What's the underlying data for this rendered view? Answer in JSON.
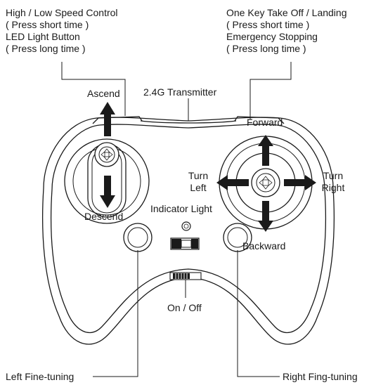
{
  "labels": {
    "left_top_line1": "High / Low Speed Control",
    "left_top_line2": "( Press short time )",
    "left_top_line3": "LED Light Button",
    "left_top_line4": "( Press long time )",
    "right_top_line1": "One Key Take Off / Landing",
    "right_top_line2": "( Press short time )",
    "right_top_line3": "Emergency Stopping",
    "right_top_line4": "( Press long time )",
    "transmitter": "2.4G Transmitter",
    "ascend": "Ascend",
    "descend": "Descend",
    "forward": "Forward",
    "backward": "Backward",
    "turn_left_1": "Turn",
    "turn_left_2": "Left",
    "turn_right_1": "Turn",
    "turn_right_2": "Right",
    "indicator": "Indicator Light",
    "on_off": "On / Off",
    "left_fine": "Left Fine-tuning",
    "right_fine": "Right Fing-tuning"
  },
  "colors": {
    "stroke": "#1a1a1a",
    "arrow": "#1a1a1a",
    "background": "#ffffff"
  }
}
